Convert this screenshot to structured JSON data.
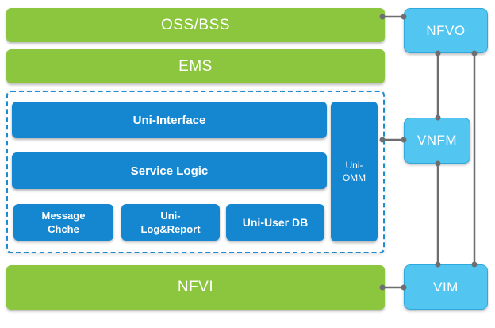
{
  "layers": {
    "oss_bss": "OSS/BSS",
    "ems": "EMS",
    "nfvi": "NFVI"
  },
  "mano": {
    "nfvo": "NFVO",
    "vnfm": "VNFM",
    "vim": "VIM"
  },
  "vnf": {
    "uni_interface": "Uni-Interface",
    "service_logic": "Service Logic",
    "message_cache": [
      "Message",
      "Chche"
    ],
    "uni_log_report": [
      "Uni-",
      "Log&Report"
    ],
    "uni_user_db": "Uni-User DB",
    "uni_omm": [
      "Uni-",
      "OMM"
    ]
  },
  "colors": {
    "layer_green": "#8cc63f",
    "mano_blue": "#52c6f1",
    "module_blue": "#1586d0",
    "connector_gray": "#6d6e71"
  }
}
